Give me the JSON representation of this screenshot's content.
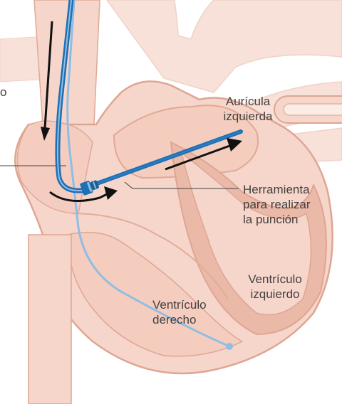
{
  "labels": {
    "left_atrium": [
      "Aurícula",
      "izquierda"
    ],
    "tool": [
      "Herramienta",
      "para realizar",
      "la punción"
    ],
    "left_ventricle": [
      "Ventrículo",
      "izquierdo"
    ],
    "right_ventricle": [
      "Ventrículo",
      "derecho"
    ],
    "cropped_fragment": "o"
  },
  "colors": {
    "heart_fill": "#f6d6cb",
    "heart_dark": "#ebb9a8",
    "heart_outline": "#dfa593",
    "vessel_fill": "#f8e1d8",
    "catheter_dark": "#1f6fb4",
    "catheter_light": "#8fbde3",
    "arrow": "#111111",
    "leader_line": "#44403f",
    "text": "#44403f"
  }
}
